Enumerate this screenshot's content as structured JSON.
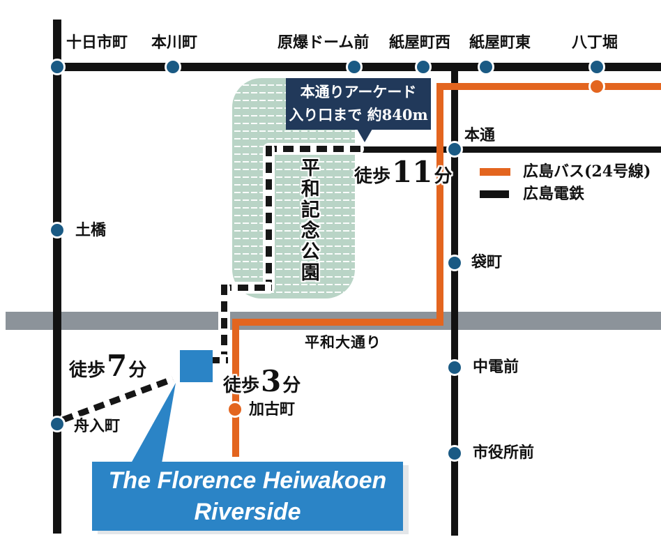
{
  "map": {
    "stations": {
      "tokaichimachi": "十日市町",
      "honkawacho": "本川町",
      "genbakudomemae": "原爆ドーム前",
      "kamiyachonishi": "紙屋町西",
      "kamiyachohigashi": "紙屋町東",
      "hatchobori": "八丁堀",
      "dobashi": "土橋",
      "funairicho": "舟入町",
      "hondori": "本通",
      "fukuromachi": "袋町",
      "chudenmae": "中電前",
      "shiyakushomae": "市役所前"
    },
    "bus_stops": {
      "kakomachi": "加古町"
    },
    "park_label": "平和記念公園",
    "road_label": "平和大通り",
    "callout": {
      "line1": "本通りアーケード",
      "line2": "入り口まで 約840m"
    },
    "walks": {
      "arcade": {
        "prefix": "徒歩",
        "minutes": "11",
        "suffix": "分"
      },
      "funairicho": {
        "prefix": "徒歩",
        "minutes": "7",
        "suffix": "分"
      },
      "kakomachi": {
        "prefix": "徒歩",
        "minutes": "3",
        "suffix": "分"
      }
    },
    "legend": {
      "bus_label": "広島バス(24号線)",
      "rail_label": "広島電鉄"
    },
    "property": {
      "line1": "The Florence Heiwakoen",
      "line2": "Riverside"
    },
    "colors": {
      "bus_orange": "#E3651F",
      "rail_black": "#121212",
      "station_navy": "#1A5A84",
      "park_green": "#B9D4C6",
      "road_gray": "#8C939A",
      "callout_navy": "#21395A",
      "property_blue": "#2B84C6"
    }
  }
}
